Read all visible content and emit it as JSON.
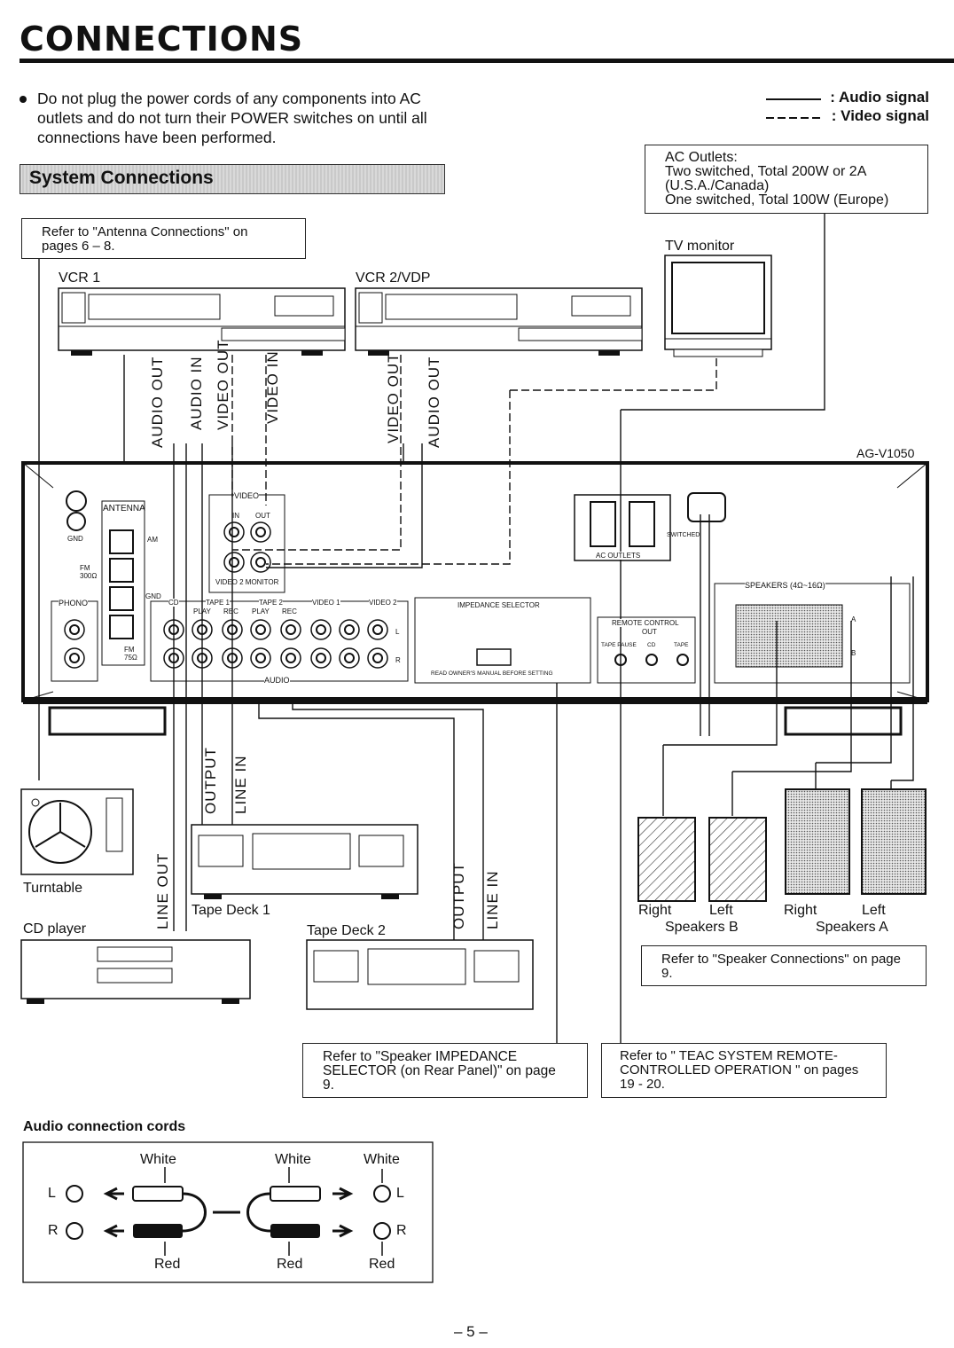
{
  "page": {
    "title": "CONNECTIONS",
    "bullet": "Do not plug the power cords of any components into AC outlets and do not turn their POWER switches on until all connections have been performed.",
    "legend_audio": ": Audio signal",
    "legend_video": ": Video signal",
    "section_title": "System Connections",
    "page_number": "– 5 –"
  },
  "notes": {
    "ac_outlets": [
      "AC Outlets:",
      "Two switched, Total 200W or 2A",
      "(U.S.A./Canada)",
      "One switched, Total 100W (Europe)"
    ],
    "antenna": "Refer to \"Antenna Connections\" on pages 6 – 8.",
    "speaker": "Refer to \"Speaker Connections\" on page 9.",
    "impedance": "Refer to \"Speaker IMPEDANCE SELECTOR (on Rear Panel)\" on page 9.",
    "remote": "Refer to \" TEAC SYSTEM REMOTE-CONTROLLED OPERATION \" on pages 19 - 20."
  },
  "devices": {
    "vcr1": "VCR 1",
    "vcr2": "VCR 2/VDP",
    "tv": "TV monitor",
    "model": "AG-V1050",
    "turntable": "Turntable",
    "cd": "CD player",
    "tape1": "Tape Deck 1",
    "tape2": "Tape Deck 2",
    "speakers_b": "Speakers B",
    "speakers_a": "Speakers A",
    "right": "Right",
    "left": "Left"
  },
  "jack_labels": {
    "vcr1": [
      "AUDIO OUT",
      "AUDIO IN",
      "VIDEO OUT",
      "VIDEO IN"
    ],
    "vcr2": [
      "VIDEO OUT",
      "AUDIO OUT"
    ],
    "tape1": [
      "OUTPUT",
      "LINE IN"
    ],
    "cd": "LINE OUT",
    "tape2": [
      "OUTPUT",
      "LINE IN"
    ]
  },
  "panel": {
    "antenna": "ANTENNA",
    "gnd": "GND",
    "am": "AM",
    "fm300": "FM 300Ω",
    "fm75": "FM 75Ω",
    "phono": "PHONO",
    "video": "VIDEO",
    "video_in": "IN",
    "video_out": "OUT",
    "video2_monitor": "VIDEO 2   MONITOR",
    "cd": "CD",
    "tape1": "TAPE 1",
    "tape2": "TAPE 2",
    "video1": "VIDEO 1",
    "video2": "VIDEO 2",
    "play": "PLAY",
    "rec": "REC",
    "audio": "AUDIO",
    "impedance_selector": "IMPEDANCE SELECTOR",
    "read_manual": "READ OWNER'S MANUAL BEFORE SETTING",
    "ac_outlets": "AC OUTLETS",
    "switched": "SWITCHED",
    "remote_control": "REMOTE CONTROL",
    "remote_out": "OUT",
    "tape_pause": "TAPE PAUSE",
    "remote_cd": "CD",
    "remote_tape": "TAPE",
    "speakers": "SPEAKERS (4Ω~16Ω)",
    "l": "L",
    "r": "R",
    "a": "A",
    "b": "B"
  },
  "cords": {
    "title": "Audio connection cords",
    "white": "White",
    "red": "Red",
    "l": "L",
    "r": "R"
  }
}
